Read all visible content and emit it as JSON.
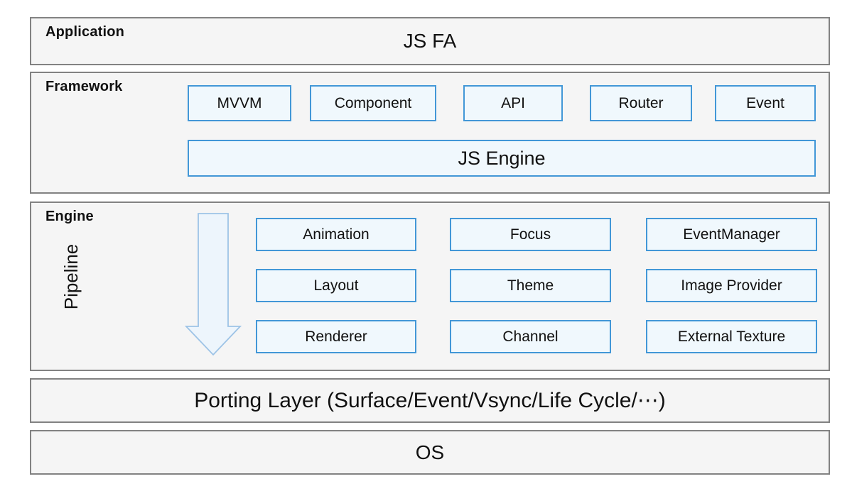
{
  "application": {
    "title": "Application",
    "content": "JS FA"
  },
  "framework": {
    "title": "Framework",
    "boxes": [
      "MVVM",
      "Component",
      "API",
      "Router",
      "Event"
    ],
    "engine_box": "JS Engine"
  },
  "engine": {
    "title": "Engine",
    "pipeline_label": "Pipeline",
    "boxes": [
      [
        "Animation",
        "Focus",
        "EventManager"
      ],
      [
        "Layout",
        "Theme",
        "Image Provider"
      ],
      [
        "Renderer",
        "Channel",
        "External Texture"
      ]
    ]
  },
  "porting": {
    "label": "Porting Layer (Surface/Event/Vsync/Life Cycle/⋯)"
  },
  "os": {
    "label": "OS"
  },
  "colors": {
    "band_fill": "#f5f5f5",
    "band_border": "#828282",
    "box_fill": "#f0f8fd",
    "box_border": "#4297d7",
    "arrow_fill": "#edf5fc",
    "arrow_border": "#9dc3e6",
    "text": "#111111"
  }
}
